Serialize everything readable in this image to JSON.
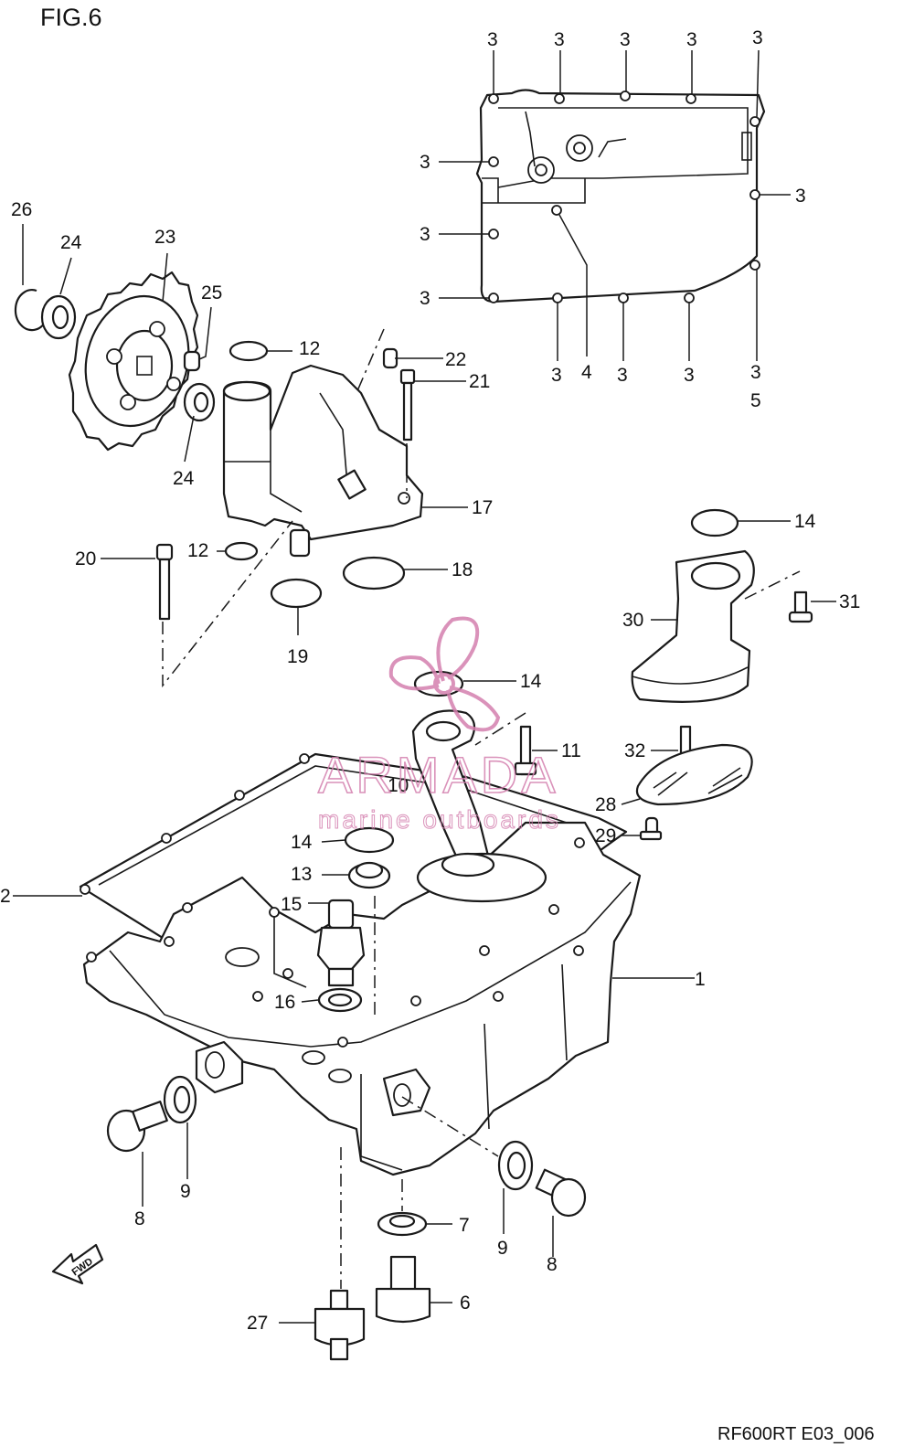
{
  "figure": {
    "title": "FIG.6",
    "code": "RF600RT E03_006"
  },
  "watermark": {
    "brand": "ARMADA",
    "tagline": "marine outboards",
    "color": "#d47fae"
  },
  "fwd_label": "FWD",
  "callouts": {
    "c1": "1",
    "c2": "2",
    "c3a": "3",
    "c3b": "3",
    "c3c": "3",
    "c3d": "3",
    "c3e": "3",
    "c3f": "3",
    "c3g": "3",
    "c3h": "3",
    "c3i": "3",
    "c3j": "3",
    "c3k": "3",
    "c3l": "3",
    "c3m": "3",
    "c4": "4",
    "c5": "5",
    "c6": "6",
    "c7": "7",
    "c8a": "8",
    "c8b": "8",
    "c9a": "9",
    "c9b": "9",
    "c10": "10",
    "c11": "11",
    "c12a": "12",
    "c12b": "12",
    "c13": "13",
    "c14a": "14",
    "c14b": "14",
    "c14c": "14",
    "c15": "15",
    "c16": "16",
    "c17": "17",
    "c18": "18",
    "c19": "19",
    "c20": "20",
    "c21": "21",
    "c22": "22",
    "c23": "23",
    "c24a": "24",
    "c24b": "24",
    "c25": "25",
    "c26": "26",
    "c27": "27",
    "c28": "28",
    "c29": "29",
    "c30": "30",
    "c31": "31",
    "c32": "32"
  }
}
